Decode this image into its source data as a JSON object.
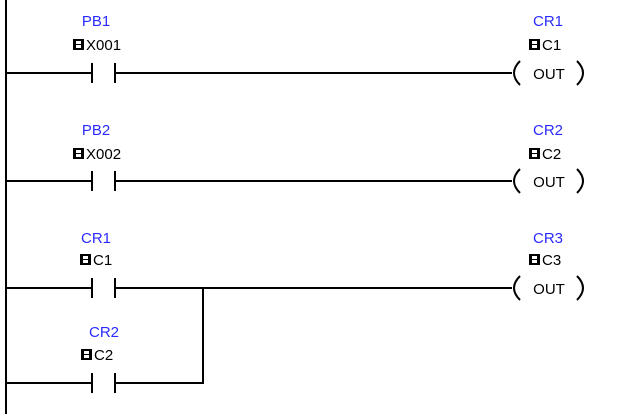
{
  "rungs": [
    {
      "contact": {
        "nickname": "PB1",
        "address": "X001"
      },
      "coil": {
        "nickname": "CR1",
        "address": "C1",
        "instruction": "OUT"
      }
    },
    {
      "contact": {
        "nickname": "PB2",
        "address": "X002"
      },
      "coil": {
        "nickname": "CR2",
        "address": "C2",
        "instruction": "OUT"
      }
    },
    {
      "contact": {
        "nickname": "CR1",
        "address": "C1"
      },
      "branch_contact": {
        "nickname": "CR2",
        "address": "C2"
      },
      "coil": {
        "nickname": "CR3",
        "address": "C3",
        "instruction": "OUT"
      }
    }
  ],
  "colors": {
    "nickname": "#2b2bff",
    "wire": "#000000",
    "address_icon": "#000000"
  },
  "icons": {
    "address_icon": "bit-address-icon"
  }
}
